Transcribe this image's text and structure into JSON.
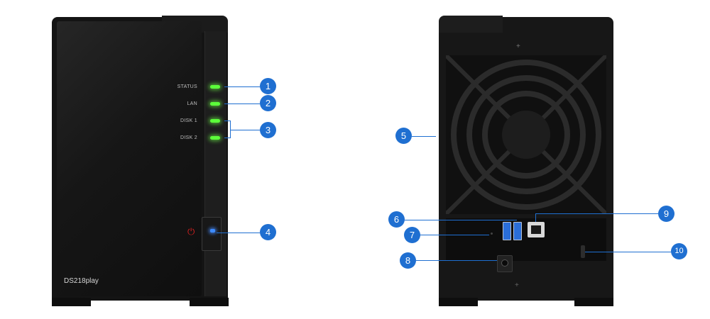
{
  "front": {
    "model_label": "DS218play",
    "leds": [
      {
        "label": "STATUS",
        "color": "#5cff3a"
      },
      {
        "label": "LAN",
        "color": "#5cff3a"
      },
      {
        "label": "DISK 1",
        "color": "#5cff3a"
      },
      {
        "label": "DISK 2",
        "color": "#5cff3a"
      }
    ],
    "power_led_color": "#3d8bff",
    "power_symbol_color": "#d42020"
  },
  "callouts": {
    "c1": "1",
    "c2": "2",
    "c3": "3",
    "c4": "4",
    "c5": "5",
    "c6": "6",
    "c7": "7",
    "c8": "8",
    "c9": "9",
    "c10": "10"
  },
  "callout_color": "#1f6fd1"
}
